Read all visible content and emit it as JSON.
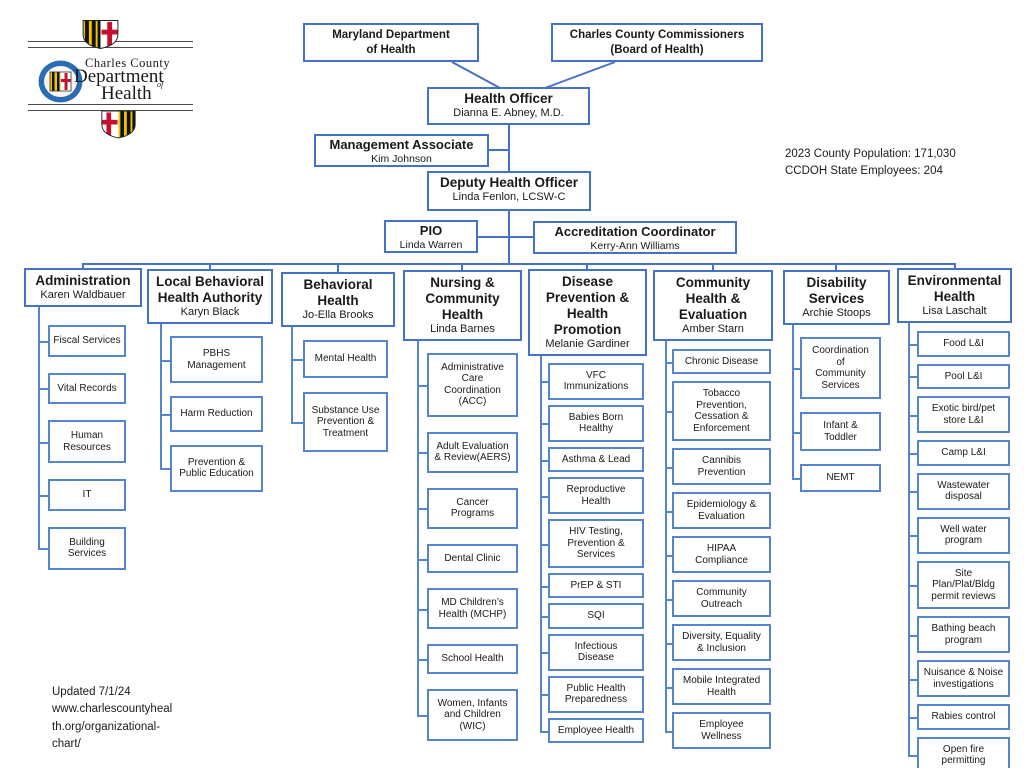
{
  "colors": {
    "accent": "#4472C4",
    "accent2": "#5585CC"
  },
  "logo": {
    "line1": "Charles County",
    "line2": "Department",
    "of": "of",
    "line3": "Health"
  },
  "nodes": {
    "mdh": {
      "title": "Maryland Department\nof Health"
    },
    "commissioners": {
      "title": "Charles County Commissioners\n(Board of Health)"
    },
    "health_officer": {
      "title": "Health Officer",
      "name": "Dianna E. Abney, M.D."
    },
    "management_associate": {
      "title": "Management Associate",
      "name": "Kim Johnson"
    },
    "deputy": {
      "title": "Deputy Health Officer",
      "name": "Linda Fenlon, LCSW-C"
    },
    "pio": {
      "title": "PIO",
      "name": "Linda Warren"
    },
    "accreditation": {
      "title": "Accreditation Coordinator",
      "name": "Kerry-Ann Williams"
    }
  },
  "stats": {
    "text": "2023 County Population: 171,030\nCCDOH State Employees: 204"
  },
  "footer": {
    "text": "Updated 7/1/24\nwww.charlescountyheal\nth.org/organizational-\nchart/"
  },
  "columns": [
    {
      "title": "Administration",
      "name": "Karen Waldbauer",
      "items": [
        "Fiscal Services",
        "Vital Records",
        "Human\nResources",
        "IT",
        "Building\nServices"
      ]
    },
    {
      "title": "Local Behavioral\nHealth Authority",
      "name": "Karyn Black",
      "items": [
        "PBHS\nManagement",
        "Harm Reduction",
        "Prevention &\nPublic Education"
      ]
    },
    {
      "title": "Behavioral\nHealth",
      "name": "Jo-Ella Brooks",
      "items": [
        "Mental Health",
        "Substance Use\nPrevention &\nTreatment"
      ]
    },
    {
      "title": "Nursing &\nCommunity\nHealth",
      "name": "Linda Barnes",
      "items": [
        "Administrative\nCare\nCoordination\n(ACC)",
        "Adult Evaluation\n& Review(AERS)",
        "Cancer\nPrograms",
        "Dental Clinic",
        "MD Children’s\nHealth (MCHP)",
        "School Health",
        "Women, Infants\nand Children\n(WIC)"
      ]
    },
    {
      "title": "Disease\nPrevention &\nHealth\nPromotion",
      "name": "Melanie Gardiner",
      "items": [
        "VFC\nImmunizations",
        "Babies Born\nHealthy",
        "Asthma & Lead",
        "Reproductive\nHealth",
        "HIV Testing,\nPrevention &\nServices",
        "PrEP & STI",
        "SQI",
        "Infectious\nDisease",
        "Public Health\nPreparedness",
        "Employee Health"
      ]
    },
    {
      "title": "Community\nHealth &\nEvaluation",
      "name": "Amber Starn",
      "items": [
        "Chronic Disease",
        "Tobacco\nPrevention,\nCessation &\nEnforcement",
        "Cannibis\nPrevention",
        "Epidemiology &\nEvaluation",
        "HIPAA\nCompliance",
        "Community\nOutreach",
        "Diversity, Equality\n& Inclusion",
        "Mobile Integrated\nHealth",
        "Employee\nWellness"
      ]
    },
    {
      "title": "Disability\nServices",
      "name": "Archie Stoops",
      "items": [
        "Coordination\nof\nCommunity\nServices",
        "Infant &\nToddler",
        "NEMT"
      ]
    },
    {
      "title": "Environmental\nHealth",
      "name": "Lisa Laschalt",
      "items": [
        "Food L&I",
        "Pool L&I",
        "Exotic bird/pet\nstore L&I",
        "Camp L&I",
        "Wastewater\ndisposal",
        "Well water\nprogram",
        "Site\nPlan/Plat/Bldg\npermit reviews",
        "Bathing beach\nprogram",
        "Nuisance & Noise\ninvestigations",
        "Rabies control",
        "Open fire\npermitting"
      ]
    }
  ]
}
